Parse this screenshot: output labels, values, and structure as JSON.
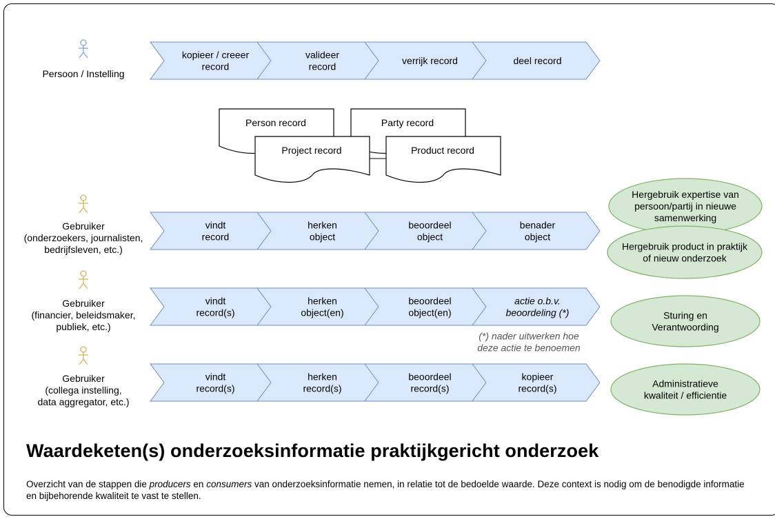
{
  "colors": {
    "chevron_fill": "#dae8fc",
    "chevron_stroke": "#6c8ebf",
    "ellipse_fill": "#d5e8d4",
    "ellipse_stroke": "#82b366",
    "actor_top": "#7ea6e0",
    "actor_users": "#d6b656",
    "doc_fill": "#ffffff",
    "doc_stroke": "#000000"
  },
  "rows": [
    {
      "actor": [
        "Persoon / Instelling"
      ],
      "actor_color": "actor_top",
      "steps": [
        {
          "text": [
            "kopieer / creeer",
            "record"
          ],
          "italic": false
        },
        {
          "text": [
            "valideer",
            "record"
          ],
          "italic": false
        },
        {
          "text": [
            "verrijk record"
          ],
          "italic": false
        },
        {
          "text": [
            "deel record"
          ],
          "italic": false
        }
      ]
    },
    {
      "actor": [
        "Gebruiker",
        "(onderzoekers, journalisten,",
        "bedrijfsleven, etc.)"
      ],
      "actor_color": "actor_users",
      "steps": [
        {
          "text": [
            "vindt",
            "record"
          ],
          "italic": false
        },
        {
          "text": [
            "herken",
            "object"
          ],
          "italic": false
        },
        {
          "text": [
            "beoordeel",
            "object"
          ],
          "italic": false
        },
        {
          "text": [
            "benader",
            "object"
          ],
          "italic": false
        }
      ]
    },
    {
      "actor": [
        "Gebruiker",
        "(financier, beleidsmaker,",
        "publiek, etc.)"
      ],
      "actor_color": "actor_users",
      "steps": [
        {
          "text": [
            "vindt",
            "record(s)"
          ],
          "italic": false
        },
        {
          "text": [
            "herken",
            "object(en)"
          ],
          "italic": false
        },
        {
          "text": [
            "beoordeel",
            "object(en)"
          ],
          "italic": false
        },
        {
          "text": [
            "actie o.b.v.",
            "beoordeling (*)"
          ],
          "italic": true
        }
      ]
    },
    {
      "actor": [
        "Gebruiker",
        "(collega instelling,",
        "data aggregator, etc.)"
      ],
      "actor_color": "actor_users",
      "steps": [
        {
          "text": [
            "vindt",
            "record(s)"
          ],
          "italic": false
        },
        {
          "text": [
            "herken",
            "record(s)"
          ],
          "italic": false
        },
        {
          "text": [
            "beoordeel",
            "record(s)"
          ],
          "italic": false
        },
        {
          "text": [
            "kopieer",
            "record(s)"
          ],
          "italic": false
        }
      ]
    }
  ],
  "footnote": [
    "(*) nader uitwerken hoe",
    "deze actie te benoemen"
  ],
  "documents": [
    "Person record",
    "Party record",
    "Project record",
    "Product record"
  ],
  "values": [
    [
      "Hergebruik expertise van",
      "persoon/partij in nieuwe",
      "samenwerking"
    ],
    [
      "Hergebruik product in praktijk",
      "of nieuw onderzoek"
    ],
    [
      "Sturing en",
      "Verantwoording"
    ],
    [
      "Administratieve",
      "kwaliteit / efficientie"
    ]
  ],
  "title": "Waardeketen(s) onderzoeksinformatie praktijkgericht onderzoek",
  "description": {
    "part1": "Overzicht van de stappen die ",
    "producers": "producers",
    "part2": " en ",
    "consumers": "consumers",
    "part3": " van onderzoeksinformatie nemen, in relatie tot de bedoelde waarde. Deze context is nodig om de benodigde informatie en bijbehorende kwaliteit te vast te stellen."
  }
}
